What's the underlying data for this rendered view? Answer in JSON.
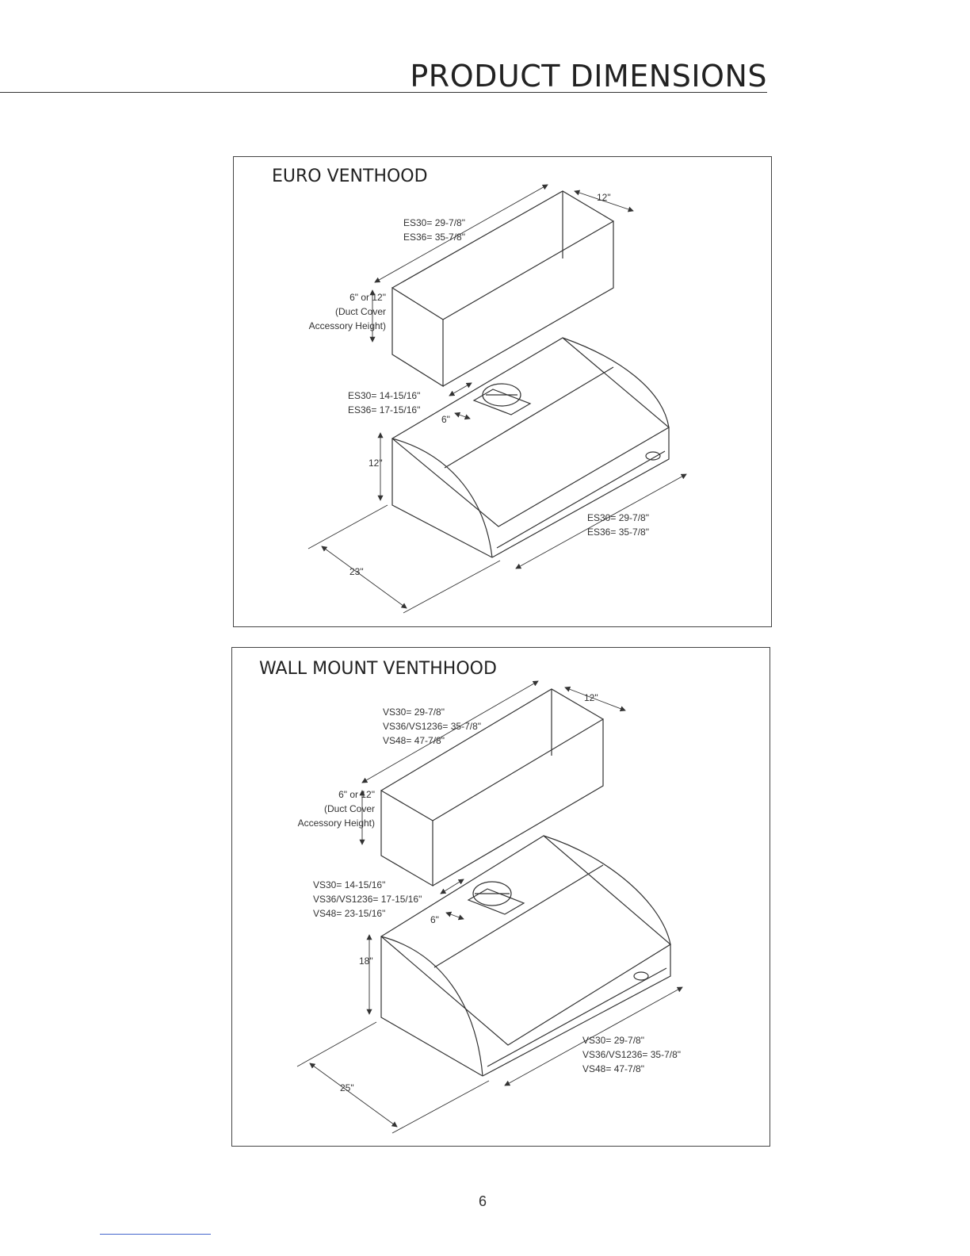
{
  "page": {
    "title": "PRODUCT DIMENSIONS",
    "number": "6"
  },
  "euro": {
    "title": "EURO VENTHOOD",
    "duct_width": [
      "ES30= 29-7/8\"",
      "ES36= 35-7/8\""
    ],
    "duct_depth": "12\"",
    "duct_height": [
      "6\" or 12\"",
      "(Duct Cover",
      "Accessory Height)"
    ],
    "collar_offset": [
      "ES30= 14-15/16\"",
      "ES36= 17-15/16\""
    ],
    "collar_depth": "6\"",
    "hood_height": "12\"",
    "hood_width": [
      "ES30= 29-7/8\"",
      "ES36= 35-7/8\""
    ],
    "hood_depth": "23\""
  },
  "wall": {
    "title": "WALL MOUNT VENTHHOOD",
    "duct_width": [
      "VS30= 29-7/8\"",
      "VS36/VS1236= 35-7/8\"",
      "VS48= 47-7/8\""
    ],
    "duct_depth": "12\"",
    "duct_height": [
      "6\" or 12\"",
      "(Duct Cover",
      "Accessory Height)"
    ],
    "collar_offset": [
      "VS30= 14-15/16\"",
      "VS36/VS1236= 17-15/16\"",
      "VS48= 23-15/16\""
    ],
    "collar_depth": "6\"",
    "hood_height": "18\"",
    "hood_width": [
      "VS30= 29-7/8\"",
      "VS36/VS1236= 35-7/8\"",
      "VS48= 47-7/8\""
    ],
    "hood_depth": "25\""
  }
}
